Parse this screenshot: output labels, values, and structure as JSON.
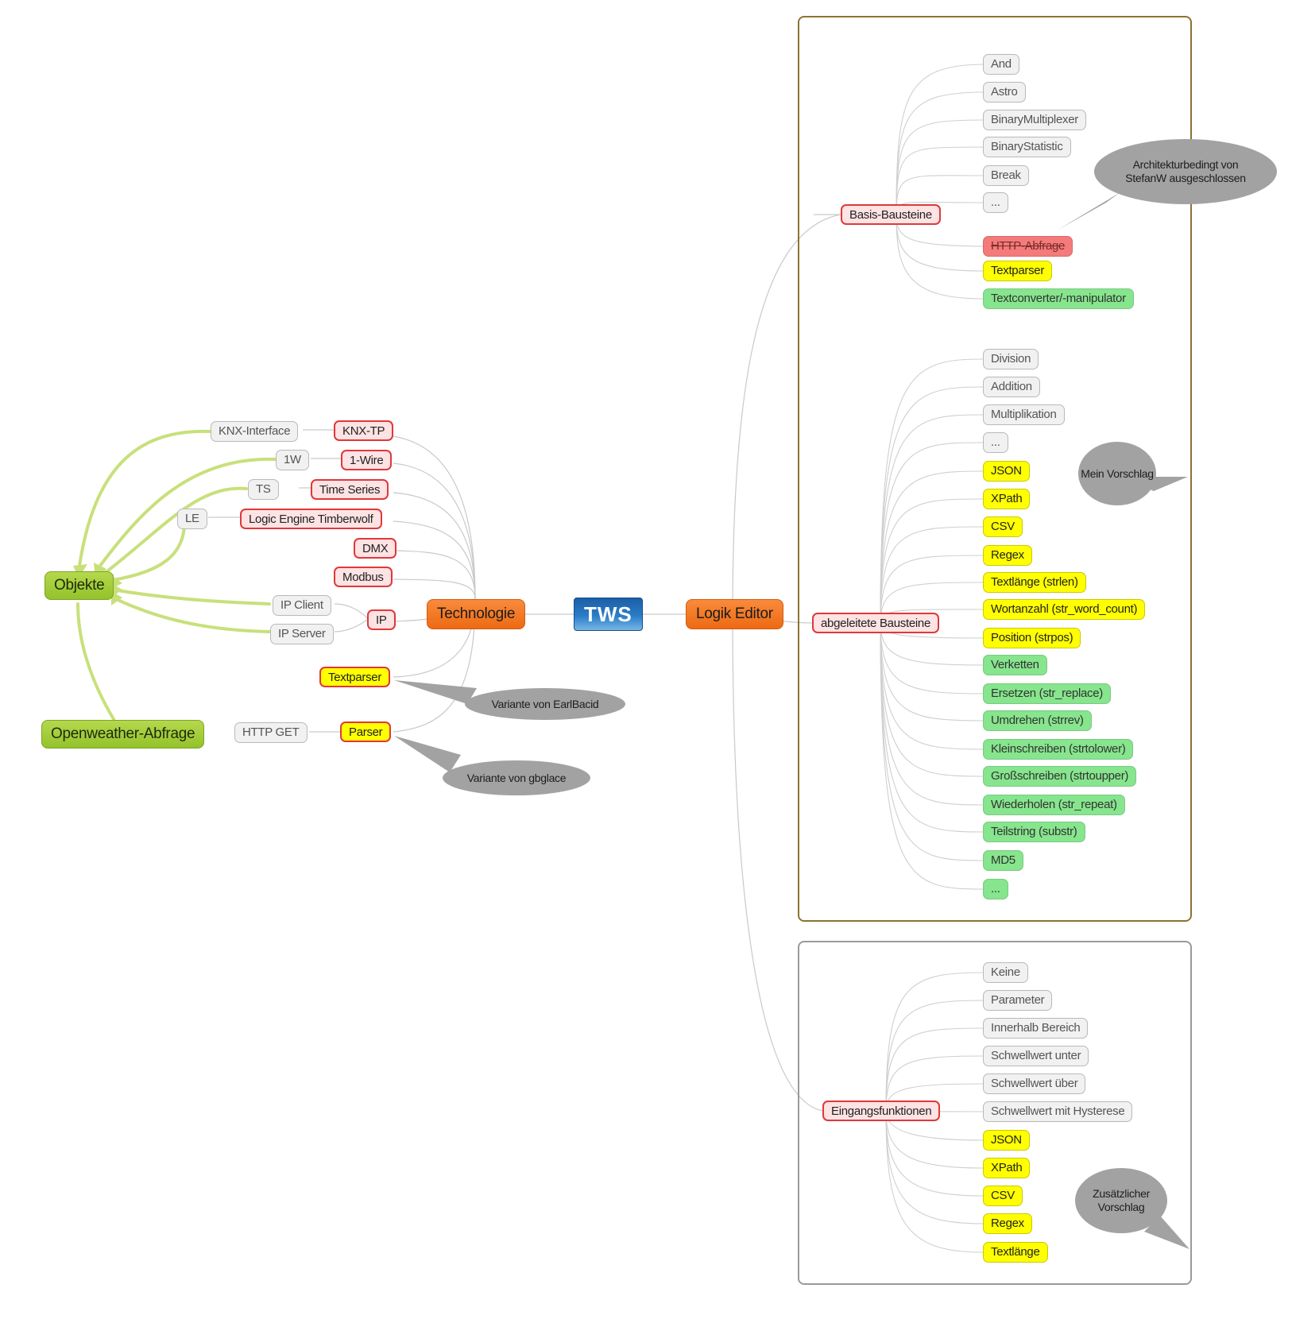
{
  "root": {
    "label": "TWS"
  },
  "left": {
    "technologie": {
      "label": "Technologie"
    },
    "objekte": {
      "label": "Objekte"
    },
    "openweather": {
      "label": "Openweather-Abfrage"
    },
    "interfaces": [
      "KNX-Interface",
      "1W",
      "TS",
      "LE",
      "IP Client",
      "IP Server",
      "HTTP GET"
    ],
    "items": [
      "KNX-TP",
      "1-Wire",
      "Time Series",
      "Logic Engine Timberwolf",
      "DMX",
      "Modbus",
      "IP",
      "Textparser",
      "Parser"
    ],
    "notes": [
      "Variante von EarlBacid",
      "Variante von gbglace"
    ]
  },
  "right": {
    "logik": {
      "label": "Logik Editor"
    },
    "basis": {
      "label": "Basis-Bausteine",
      "items": [
        "And",
        "Astro",
        "BinaryMultiplexer",
        "BinaryStatistic",
        "Break",
        "...",
        "HTTP-Abfrage",
        "Textparser",
        "Textconverter/-manipulator"
      ],
      "note": "Architekturbedingt von StefanW ausgeschlossen"
    },
    "abgeleitet": {
      "label": "abgeleitete Bausteine",
      "items": [
        "Division",
        "Addition",
        "Multiplikation",
        "...",
        "JSON",
        "XPath",
        "CSV",
        "Regex",
        "Textlänge (strlen)",
        "Wortanzahl (str_word_count)",
        "Position (strpos)",
        "Verketten",
        "Ersetzen (str_replace)",
        "Umdrehen (strrev)",
        "Kleinschreiben (strtolower)",
        "Großschreiben (strtoupper)",
        "Wiederholen (str_repeat)",
        "Teilstring (substr)",
        "MD5",
        "..."
      ],
      "note": "Mein Vorschlag"
    },
    "eingang": {
      "label": "Eingangsfunktionen",
      "items": [
        "Keine",
        "Parameter",
        "Innerhalb Bereich",
        "Schwellwert unter",
        "Schwellwert über",
        "Schwellwert mit Hysterese",
        "JSON",
        "XPath",
        "CSV",
        "Regex",
        "Textlänge"
      ],
      "note": "Zusätzlicher Vorschlag"
    }
  },
  "colors": {
    "gray": "#f1f1f1",
    "red_border": "#e0383a",
    "yellow": "#ffff00",
    "green": "#86e58d",
    "orange": "#f07a22",
    "olive": "#a4cd3a",
    "tws_blue": "#1c5fa6",
    "link": "#c8c8c8",
    "arrow": "#c8e07a",
    "bubble": "#a2a2a2"
  }
}
